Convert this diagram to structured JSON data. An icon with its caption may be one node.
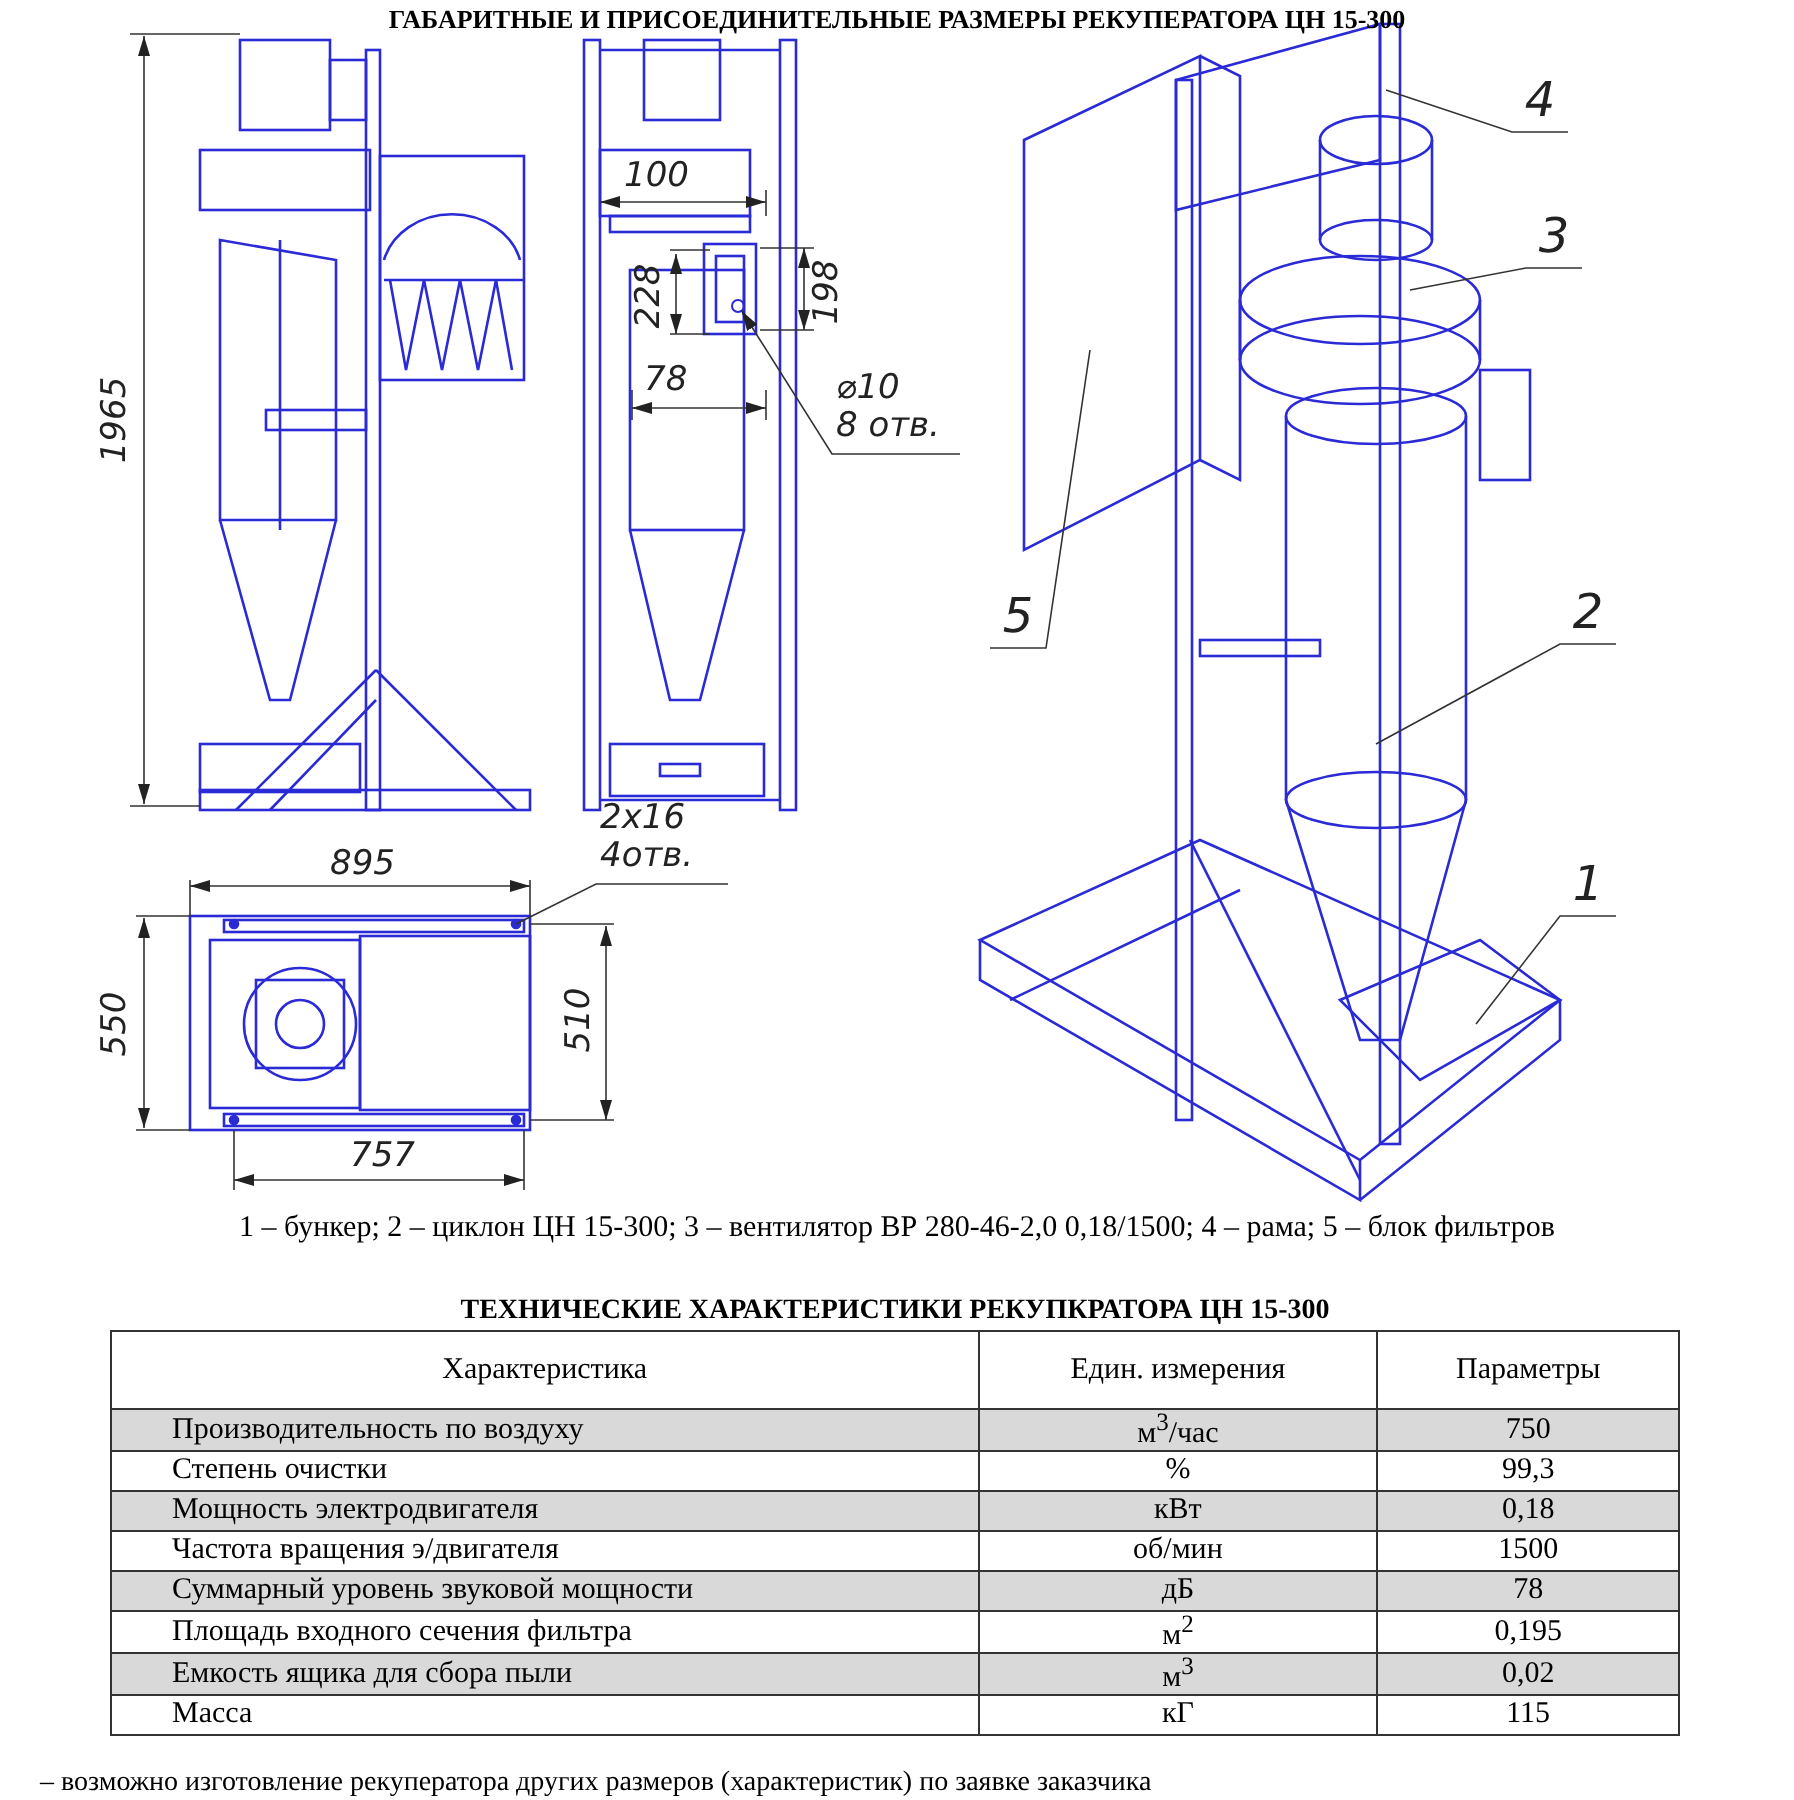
{
  "diagram": {
    "title": "ГАБАРИТНЫЕ И ПРИСОЕДИНИТЕЛЬНЫЕ РАЗМЕРЫ РЕКУПЕРАТОРА ЦН 15-300",
    "nodes": [
      {
        "text": [
          "4"
        ]
      },
      {
        "text": [
          "3"
        ]
      },
      {
        "text": [
          "5"
        ]
      },
      {
        "text": [
          "2"
        ]
      },
      {
        "text": [
          "1"
        ]
      },
      {
        "text": [
          "⌀10",
          "8 отв."
        ]
      },
      {
        "text": [
          "2x16",
          "4отв."
        ]
      },
      {
        "text": [],
        "shape": "circle"
      }
    ],
    "edges": [
      {
        "from": 0,
        "to": null,
        "arrow": "none"
      },
      {
        "from": 1,
        "to": null,
        "arrow": "none"
      },
      {
        "from": 2,
        "to": null,
        "arrow": "none"
      },
      {
        "from": 3,
        "to": null,
        "arrow": "none"
      },
      {
        "from": 4,
        "to": null,
        "arrow": "none"
      },
      {
        "from": 5,
        "to": 7,
        "arrow": "to"
      },
      {
        "from": 6,
        "to": null,
        "arrow": "none"
      }
    ],
    "labels": [
      "1965",
      "100",
      "228",
      "198",
      "78",
      "895",
      "550",
      "510",
      "757",
      "1 – бункер; 2 – циклон ЦН 15-300; 3 – вентилятор ВР 280-46-2,0 0,18/1500; 4 – рама; 5 – блок фильтров",
      "ТЕХНИЧЕСКИЕ ХАРАКТЕРИСТИКИ РЕКУПКРАТОРА ЦН 15-300",
      "Характеристика",
      "Един. измерения",
      "Параметры",
      "Производительность  по  воздуху",
      "м$^{3}$/час",
      "750",
      "Степень  очистки",
      "%",
      "99,3",
      "Мощность  электродвигателя",
      "кВт",
      "0,18",
      "Частота  вращения  э/двигателя",
      "об/мин",
      "1500",
      "Суммарный  уровень  звуковой  мощности",
      "дБ",
      "78",
      "Площадь входного сечения фильтра",
      "м$^{2}$",
      "0,195",
      "Емкость  ящика  для  сбора  пыли",
      "м$^{3}$",
      "0,02",
      "Масса",
      "кГ",
      "115",
      "– возможно изготовление рекуператора других размеров (характеристик) по заявке заказчика"
    ]
  }
}
